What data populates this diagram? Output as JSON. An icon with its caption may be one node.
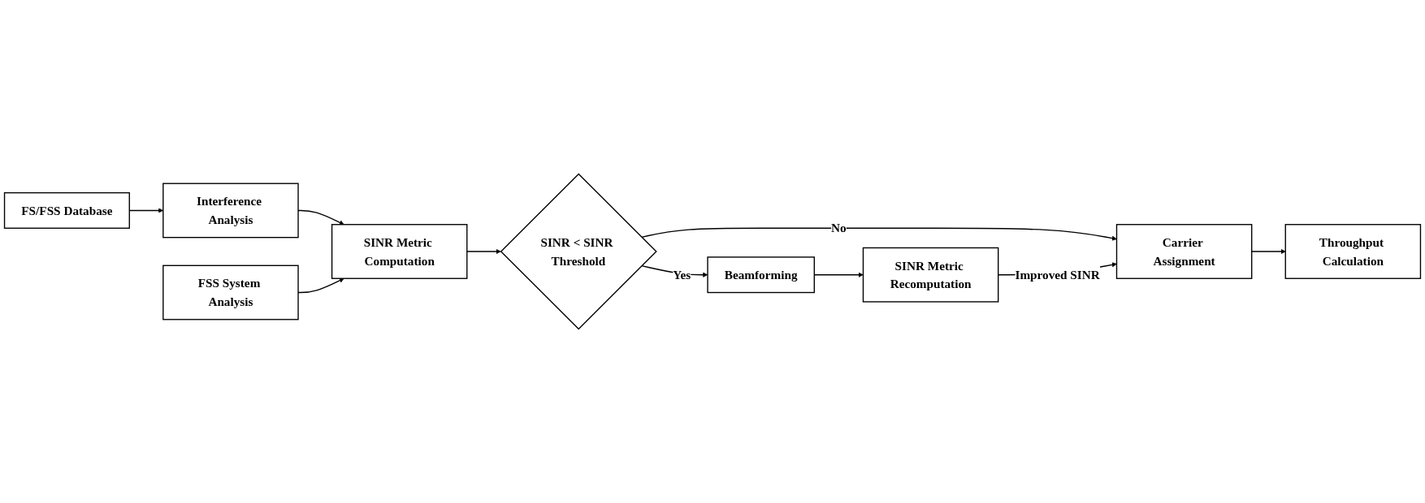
{
  "diagram": {
    "nodes": [
      {
        "text": [
          "FSS System Analysis"
        ]
      },
      {
        "text": [
          "FS/FSS Database"
        ]
      },
      {
        "text": [
          "Interference Analysis"
        ]
      },
      {
        "text": [
          "SINR Metric Computation"
        ]
      },
      {
        "text": [
          "SINR < SINR Threshold"
        ]
      },
      {
        "text": [
          "Carrier Assignment"
        ]
      },
      {
        "text": [
          "Throughput Calculation"
        ]
      },
      {
        "text": [
          "Beamforming"
        ]
      },
      {
        "text": [
          "SINR Metric Recomputation"
        ]
      }
    ],
    "edges": [
      {
        "from": 1,
        "to": 2,
        "arrow": "to"
      },
      {
        "from": 2,
        "to": 3,
        "arrow": "to"
      },
      {
        "from": 0,
        "to": 3,
        "arrow": "to"
      },
      {
        "from": 3,
        "to": 4,
        "arrow": "to"
      },
      {
        "from": 4,
        "to": 5,
        "label": "No",
        "arrow": "to"
      },
      {
        "from": 5,
        "to": 6,
        "arrow": "to"
      },
      {
        "from": 4,
        "to": 7,
        "label": "Yes",
        "arrow": "to"
      },
      {
        "from": 7,
        "to": 8,
        "arrow": "to"
      },
      {
        "from": 8,
        "to": 5,
        "label": "Improved SINR",
        "arrow": "to"
      }
    ]
  }
}
